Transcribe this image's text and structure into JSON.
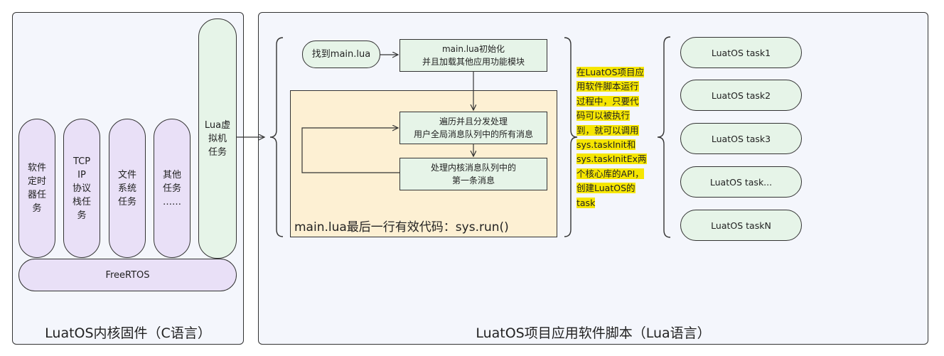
{
  "kernel": {
    "title": "LuatOS内核固件（C语言）",
    "tasks": [
      {
        "label": "软件\n定时\n器任\n务"
      },
      {
        "label": "TCP\nIP\n协议\n栈任\n务"
      },
      {
        "label": "文件\n系统\n任务"
      },
      {
        "label": "其他\n任务\n……"
      }
    ],
    "lua_vm": "Lua虚\n拟机\n任务",
    "freertos": "FreeRTOS"
  },
  "script": {
    "title": "LuatOS项目应用软件脚本（Lua语言）",
    "find_main": "找到main.lua",
    "init_main": "main.lua初始化\n并且加载其他应用功能模块",
    "dispatch": "遍历并且分发处理\n用户全局消息队列中的所有消息",
    "process": "处理内核消息队列中的\n第一条消息",
    "last_line": "main.lua最后一行有效代码：sys.run()",
    "note_lines": [
      "在LuatOS项目应",
      "用软件脚本运行",
      "过程中，只要代",
      "码可以被执行",
      "到，就可以调用",
      "sys.taskInit和",
      "sys.taskInitEx两",
      "个核心库的API，",
      "创建LuatOS的",
      "task"
    ]
  },
  "tasks": [
    "LuatOS task1",
    "LuatOS task2",
    "LuatOS task3",
    "LuatOS task...",
    "LuatOS taskN"
  ],
  "colors": {
    "panel_bg": "#f4f6fc",
    "kernel_task_fill": "#e9e0f7",
    "green_fill": "#e6f4e8",
    "loop_fill": "#fdf0d3",
    "note_highlight": "#f6e600"
  }
}
